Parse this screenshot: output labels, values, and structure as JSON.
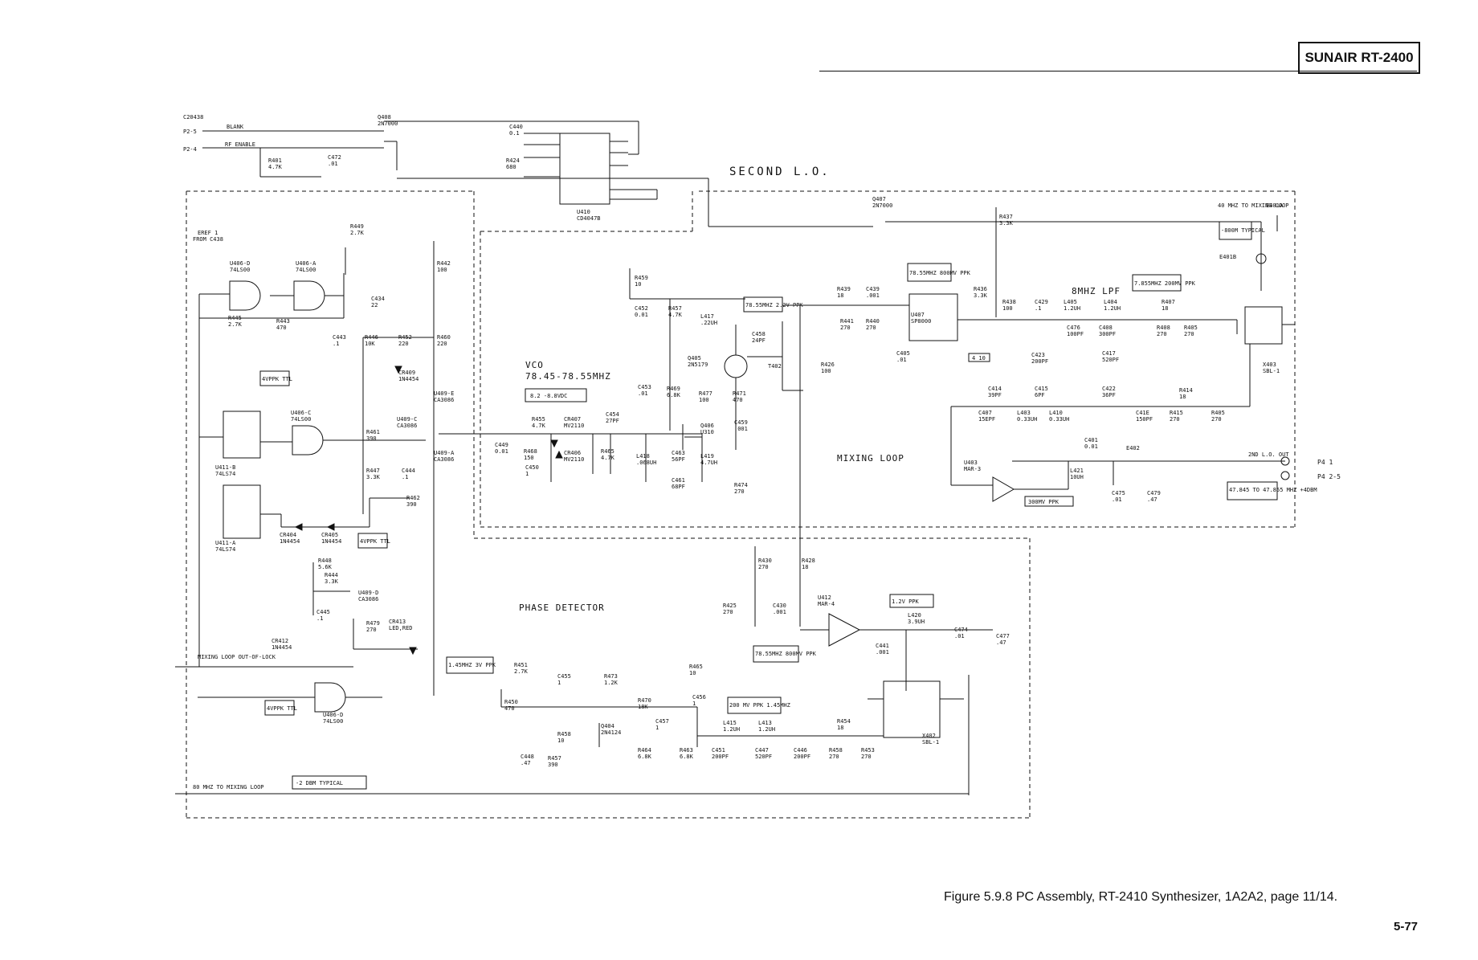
{
  "header": {
    "brand": "SUNAIR RT-2400"
  },
  "footer": {
    "caption": "Figure 5.9.8  PC Assembly, RT-2410 Synthesizer, 1A2A2, page 11/14.",
    "page_number": "5-77"
  },
  "sections": {
    "second_lo": "SECOND L.O.",
    "mixing_loop": "MIXING LOOP",
    "phase_detector": "PHASE DETECTOR",
    "vco": "VCO",
    "vco_range": "78.45-78.55MHZ",
    "lpf": "8MHZ LPF"
  },
  "signals": {
    "top_connector": "C20438",
    "p2_5": "P2-5",
    "p2_4": "P2-4",
    "blank": "BLANK",
    "rf_enable": "RF ENABLE",
    "eref": "EREF 1",
    "eref_from": "FROM C438",
    "out_of_lock": "MIXING LOOP OUT-OF-LOCK",
    "to_mixing_loop_80": "80 MHZ TO MIXING LOOP",
    "to_mixing_loop_40": "40 MHZ TO MIXING LOOP",
    "second_lo_out": "2ND L.O. OUT",
    "p4_1": "P4 1",
    "p4_2_5": "P4 2-5"
  },
  "callouts": [
    {
      "id": "c1",
      "text": "4VPPK TTL"
    },
    {
      "id": "c2",
      "text": "4VPPK TTL"
    },
    {
      "id": "c3",
      "text": "4VPPK TTL"
    },
    {
      "id": "c4",
      "text": "8.2 -8.8VDC"
    },
    {
      "id": "c5",
      "text": "78.55MHZ 2.2V PPK"
    },
    {
      "id": "c6",
      "text": "78.55MHZ 800MV PPK"
    },
    {
      "id": "c7",
      "text": "7.855MHZ 200MV PPK"
    },
    {
      "id": "c8",
      "text": "-800M TYPICAL"
    },
    {
      "id": "c9",
      "text": "300MV PPK"
    },
    {
      "id": "c10",
      "text": "47.845 TO 47.855 MHZ +4DBM"
    },
    {
      "id": "c11",
      "text": "1.2V PPK"
    },
    {
      "id": "c12",
      "text": "78.55MHZ 800MV PPK"
    },
    {
      "id": "c13",
      "text": "1.45MHZ 3V PPK"
    },
    {
      "id": "c14",
      "text": "200 MV PPK 1.45MHZ"
    },
    {
      "id": "c15",
      "text": "-2 DBM TYPICAL"
    },
    {
      "id": "c16",
      "text": "4 10"
    }
  ],
  "components": [
    {
      "id": "q408",
      "text": "Q408 2N7000"
    },
    {
      "id": "q407",
      "text": "Q407 2N7000"
    },
    {
      "id": "u410",
      "text": "U410 CD4047B"
    },
    {
      "id": "u406d",
      "text": "U406-D 74LS00"
    },
    {
      "id": "u406a",
      "text": "U406-A 74LS00"
    },
    {
      "id": "u406c",
      "text": "U406-C 74LS00"
    },
    {
      "id": "u406b",
      "text": "U406-D 74LS00"
    },
    {
      "id": "u411b",
      "text": "U411-B 74LS74"
    },
    {
      "id": "u411a",
      "text": "U411-A 74LS74"
    },
    {
      "id": "u409e",
      "text": "U409-E CA3086"
    },
    {
      "id": "u409c",
      "text": "U409-C CA3086"
    },
    {
      "id": "u409a",
      "text": "U409-A CA3086"
    },
    {
      "id": "u409d",
      "text": "U409-D CA3086"
    },
    {
      "id": "q405",
      "text": "Q405 2N5179"
    },
    {
      "id": "q406",
      "text": "Q406 U310"
    },
    {
      "id": "q404",
      "text": "Q404 2N4124"
    },
    {
      "id": "u407",
      "text": "U407 SP8000"
    },
    {
      "id": "u403",
      "text": "U403 MAR-3"
    },
    {
      "id": "u412",
      "text": "U412 MAR-4"
    },
    {
      "id": "x403",
      "text": "X403 SBL-1"
    },
    {
      "id": "x402",
      "text": "X402 SBL-1"
    },
    {
      "id": "t402",
      "text": "T402"
    },
    {
      "id": "cr409",
      "text": "CR409 1N4454"
    },
    {
      "id": "cr404",
      "text": "CR404 1N4454"
    },
    {
      "id": "cr405",
      "text": "CR405 1N4454"
    },
    {
      "id": "cr412",
      "text": "CR412 1N4454"
    },
    {
      "id": "cr413",
      "text": "CR413 LED,RED"
    },
    {
      "id": "cr407",
      "text": "CR407 MV2110"
    },
    {
      "id": "cr406",
      "text": "CR406 MV2110"
    },
    {
      "id": "r449",
      "text": "R449 2.7K"
    },
    {
      "id": "r442",
      "text": "R442 100"
    },
    {
      "id": "r445",
      "text": "R445 2.7K"
    },
    {
      "id": "r443",
      "text": "R443 470"
    },
    {
      "id": "r446",
      "text": "R446 10K"
    },
    {
      "id": "r452",
      "text": "R452 220"
    },
    {
      "id": "r460",
      "text": "R460 220"
    },
    {
      "id": "r461",
      "text": "R461 390"
    },
    {
      "id": "r447",
      "text": "R447 3.3K"
    },
    {
      "id": "r462",
      "text": "R462 390"
    },
    {
      "id": "r448",
      "text": "R448 5.6K"
    },
    {
      "id": "r444",
      "text": "R444 3.3K"
    },
    {
      "id": "r479",
      "text": "R479 270"
    },
    {
      "id": "r401",
      "text": "R401 4.7K"
    },
    {
      "id": "r424",
      "text": "R424 680"
    },
    {
      "id": "r459",
      "text": "R459 10"
    },
    {
      "id": "r457a",
      "text": "R457 4.7K"
    },
    {
      "id": "r455",
      "text": "R455 4.7K"
    },
    {
      "id": "r468",
      "text": "R468 150"
    },
    {
      "id": "r465",
      "text": "R465 4.7K"
    },
    {
      "id": "r469",
      "text": "R469 6.8K"
    },
    {
      "id": "r477",
      "text": "R477 100"
    },
    {
      "id": "r471",
      "text": "R471 470"
    },
    {
      "id": "r474",
      "text": "R474 270"
    },
    {
      "id": "r439",
      "text": "R439 18"
    },
    {
      "id": "r441",
      "text": "R441 270"
    },
    {
      "id": "r440",
      "text": "R440 270"
    },
    {
      "id": "r426",
      "text": "R426 100"
    },
    {
      "id": "r436",
      "text": "R436 3.3K"
    },
    {
      "id": "r437",
      "text": "R437 3.3K"
    },
    {
      "id": "r438",
      "text": "R438 100"
    },
    {
      "id": "r407",
      "text": "R407 18"
    },
    {
      "id": "r408",
      "text": "R408 270"
    },
    {
      "id": "r405a",
      "text": "R405 270"
    },
    {
      "id": "r414",
      "text": "R414 18"
    },
    {
      "id": "r415",
      "text": "R415 270"
    },
    {
      "id": "r405b",
      "text": "R405 270"
    },
    {
      "id": "r430",
      "text": "R430 270"
    },
    {
      "id": "r428",
      "text": "R428 18"
    },
    {
      "id": "r425",
      "text": "R425 270"
    },
    {
      "id": "r451",
      "text": "R451 2.7K"
    },
    {
      "id": "r450",
      "text": "R450 470"
    },
    {
      "id": "r473",
      "text": "R473 1.2K"
    },
    {
      "id": "r470",
      "text": "R470 18K"
    },
    {
      "id": "r465b",
      "text": "R465 10"
    },
    {
      "id": "r458",
      "text": "R458 10"
    },
    {
      "id": "r457b",
      "text": "R457 390"
    },
    {
      "id": "r464",
      "text": "R464 6.8K"
    },
    {
      "id": "r463",
      "text": "R463 6.8K"
    },
    {
      "id": "r454",
      "text": "R454 18"
    },
    {
      "id": "r458b",
      "text": "R458 270"
    },
    {
      "id": "r453",
      "text": "R453 270"
    },
    {
      "id": "c440",
      "text": "C440 0.1"
    },
    {
      "id": "c472",
      "text": "C472 .01"
    },
    {
      "id": "c434",
      "text": "C434 22"
    },
    {
      "id": "c443",
      "text": "C443 .1"
    },
    {
      "id": "c444",
      "text": "C444 .1"
    },
    {
      "id": "c445",
      "text": "C445 .1"
    },
    {
      "id": "c452",
      "text": "C452 0.01"
    },
    {
      "id": "c458",
      "text": "C458 24PF"
    },
    {
      "id": "c453",
      "text": "C453 .01"
    },
    {
      "id": "c454",
      "text": "C454 27PF"
    },
    {
      "id": "c449",
      "text": "C449 0.01"
    },
    {
      "id": "c450",
      "text": "C450 1"
    },
    {
      "id": "c459",
      "text": "C459 .001"
    },
    {
      "id": "c463",
      "text": "C463 56PF"
    },
    {
      "id": "c461",
      "text": "C461 68PF"
    },
    {
      "id": "c439",
      "text": "C439 .001"
    },
    {
      "id": "c405",
      "text": "C405 .01"
    },
    {
      "id": "c429",
      "text": "C429 .1"
    },
    {
      "id": "c476",
      "text": "C476 100PF"
    },
    {
      "id": "c408",
      "text": "C408 300PF"
    },
    {
      "id": "c423",
      "text": "C423 200PF"
    },
    {
      "id": "c417",
      "text": "C417 520PF"
    },
    {
      "id": "c414",
      "text": "C414 39PF"
    },
    {
      "id": "c415",
      "text": "C415 6PF"
    },
    {
      "id": "c422",
      "text": "C422 36PF"
    },
    {
      "id": "c407",
      "text": "C407 15EPF"
    },
    {
      "id": "c418",
      "text": "C41E 150PF"
    },
    {
      "id": "c401",
      "text": "C401 0.01"
    },
    {
      "id": "c475",
      "text": "C475 .01"
    },
    {
      "id": "c479",
      "text": "C479 .47"
    },
    {
      "id": "c430",
      "text": "C430 .001"
    },
    {
      "id": "c474",
      "text": "C474 .01"
    },
    {
      "id": "c477",
      "text": "C477 .47"
    },
    {
      "id": "c441",
      "text": "C441 .001"
    },
    {
      "id": "c455",
      "text": "C455 1"
    },
    {
      "id": "c456",
      "text": "C456 1"
    },
    {
      "id": "c457",
      "text": "C457 1"
    },
    {
      "id": "c448",
      "text": "C448 .47"
    },
    {
      "id": "c451",
      "text": "C451 200PF"
    },
    {
      "id": "c447",
      "text": "C447 520PF"
    },
    {
      "id": "c446",
      "text": "C446 200PF"
    },
    {
      "id": "l417",
      "text": "L417 .22UH"
    },
    {
      "id": "l418",
      "text": "L418 .068UH"
    },
    {
      "id": "l419",
      "text": "L419 4.7UH"
    },
    {
      "id": "l405",
      "text": "L405 1.2UH"
    },
    {
      "id": "l404",
      "text": "L404 1.2UH"
    },
    {
      "id": "l403",
      "text": "L403 0.33UH"
    },
    {
      "id": "l410",
      "text": "L410 0.33UH"
    },
    {
      "id": "l421",
      "text": "L421 10UH"
    },
    {
      "id": "l420",
      "text": "L420 3.9UH"
    },
    {
      "id": "l415",
      "text": "L415 1.2UH"
    },
    {
      "id": "l413",
      "text": "L413 1.2UH"
    },
    {
      "id": "e401a",
      "text": "E401A"
    },
    {
      "id": "e401b",
      "text": "E401B"
    },
    {
      "id": "e402",
      "text": "E402"
    }
  ]
}
